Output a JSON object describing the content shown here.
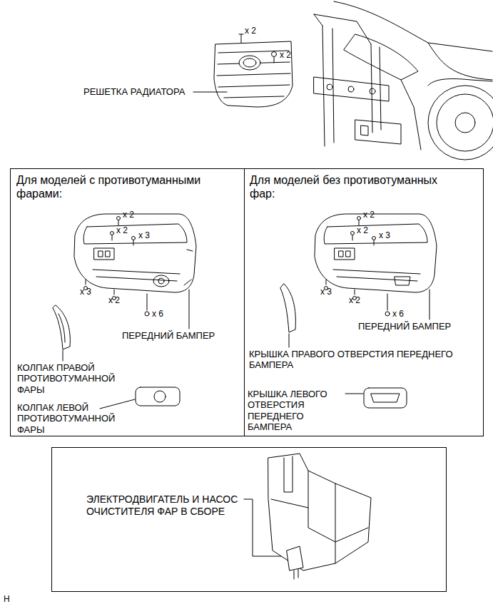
{
  "diagram": {
    "nodes": [
      {
        "text": [
          "Для моделей с противотуманными фарами:"
        ]
      },
      {
        "text": [
          "Для моделей без противотуманных фар:"
        ]
      },
      {
        "text": [
          "ЭЛЕКТРОДВИГАТЕЛЬ И НАСОС ОЧИСТИТЕЛЯ ФАР В СБОРЕ"
        ]
      }
    ],
    "labels": [
      "x 2",
      "x 2",
      "РЕШЕТКА РАДИАТОРА",
      "x 2",
      "x 2",
      "x 3",
      "x 3",
      "x 2",
      "x 6",
      "ПЕРЕДНИЙ БАМПЕР",
      "КОЛПАК ПРАВОЙ ПРОТИВОТУМАННОЙ ФАРЫ",
      "КОЛПАК ЛЕВОЙ ПРОТИВОТУМАННОЙ ФАРЫ",
      "x 2",
      "x 2",
      "x 3",
      "x 3",
      "x 2",
      "x 6",
      "ПЕРЕДНИЙ БАМПЕР",
      "КРЫШКА ПРАВОГО ОТВЕРСТИЯ ПЕРЕДНЕГО БАМПЕРА",
      "КРЫШКА ЛЕВОГО ОТВЕРСТИЯ ПЕРЕДНЕГО БАМПЕРА",
      "H"
    ]
  }
}
